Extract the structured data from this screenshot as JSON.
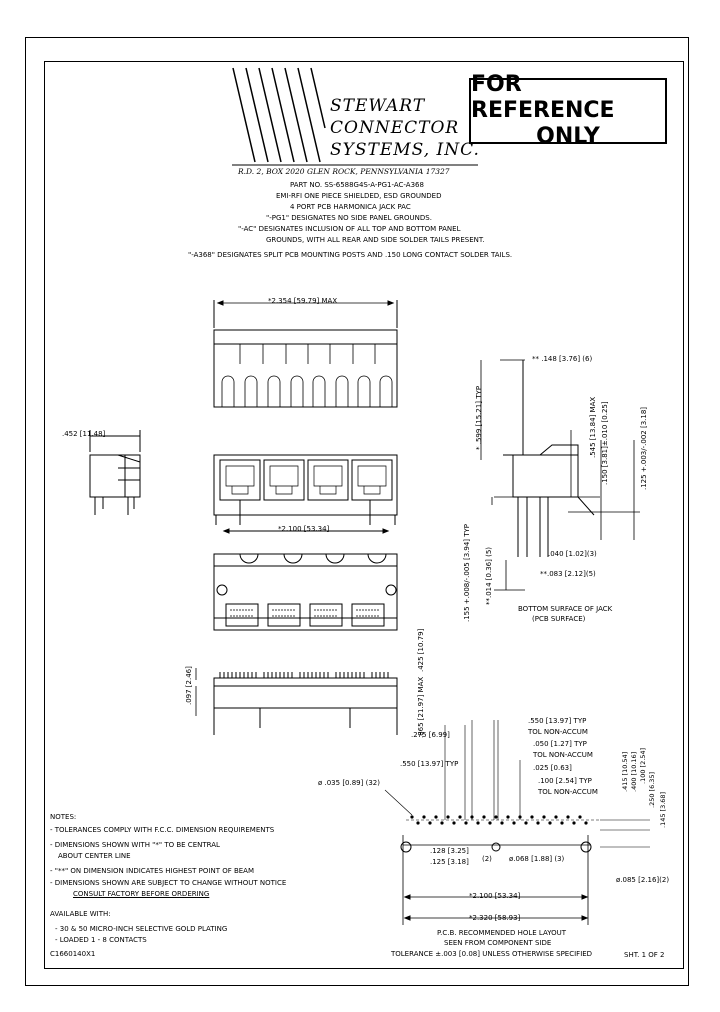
{
  "reference_stamp": {
    "line1": "FOR REFERENCE",
    "line2": "ONLY"
  },
  "company": {
    "line1": "STEWART",
    "line2": "CONNECTOR",
    "line3": "SYSTEMS,  INC.",
    "address": "R.D. 2, BOX 2020  GLEN ROCK, PENNSYLVANIA  17327"
  },
  "part_info": {
    "part_no": "PART NO. SS-6588G4S-A-PG1-AC-A368",
    "line2": "EMI-RFI ONE PIECE SHIELDED, ESD GROUNDED",
    "line3": "4 PORT PCB HARMONICA JACK PAC",
    "line4": "\"-PG1\" DESIGNATES NO SIDE PANEL GROUNDS.",
    "line5": "\"-AC\" DESIGNATES INCLUSION OF ALL TOP AND BOTTOM PANEL",
    "line6": "GROUNDS, WITH ALL REAR AND SIDE SOLDER TAILS PRESENT.",
    "line7": "\"-A368\" DESIGNATES SPLIT PCB MOUNTING POSTS AND .150 LONG CONTACT SOLDER TAILS."
  },
  "dimensions": {
    "overall_width": "*2.354 [59.79] MAX",
    "side_depth": ".452 [11.48]",
    "port_span": "*2.100 [53.34]",
    "height_typ": "* .599 [15.21] TYP",
    "top_offset": "** .148 [3.76] (6)",
    "body_height": ".545 [13.84] MAX",
    "panel_height": ".150 [3.81]±.010 [0.25]",
    "tail_len": ".125 +.003/-.002 [3.18]",
    "post_width": ".040 [1.02](3)",
    "post_gap": "**.083 [2.12](5)",
    "shield_thk": "**.014 [0.36] (5)",
    "tab_len": ".155 +.008/-.005 [3.94] TYP",
    "rear_tail": ".425 [10.79]",
    "overall_depth": ".865 [21.97] MAX",
    "tail_off": ".097 [2.46]",
    "bottom_surface_1": "BOTTOM SURFACE OF JACK",
    "bottom_surface_2": "(PCB SURFACE)"
  },
  "pcb_layout": {
    "pitch_a": ".550 [13.97] TYP",
    "tol_a": "TOL NON-ACCUM",
    "pitch_b": ".050 [1.27] TYP",
    "tol_b": "TOL NON-ACCUM",
    "half_pitch": ".025 [0.63]",
    "row_pitch": ".100 [2.54] TYP",
    "tol_c": "TOL NON-ACCUM",
    "off_275": ".275 [6.99]",
    "pitch_550": ".550 [13.97] TYP",
    "hole_small": "ø .035 [0.89] (32)",
    "d415": ".415 [10.54]",
    "d400": ".400 [10.16]",
    "d100": ".100 [2.54]",
    "d250": ".250 [6.35]",
    "d145": ".145 [3.68]",
    "d128": ".128 [3.25]",
    "d125": ".125 [3.18]",
    "paren2": "(2)",
    "hole_mid": "ø.068 [1.88] (3)",
    "hole_large": "ø.085 [2.16](2)",
    "span_2100": "*2.100 [53.34]",
    "span_2320": "*2.320 [58.93]",
    "caption1": "P.C.B. RECOMMENDED HOLE LAYOUT",
    "caption2": "SEEN FROM COMPONENT SIDE",
    "caption3": "TOLERANCE ±.003 [0.08] UNLESS OTHERWISE SPECIFIED"
  },
  "notes": {
    "heading": "NOTES:",
    "n1": "- TOLERANCES COMPLY WITH F.C.C. DIMENSION REQUIREMENTS",
    "n2": "- DIMENSIONS SHOWN WITH \"*\" TO BE CENTRAL",
    "n2b": "ABOUT CENTER LINE",
    "n3": "- \"**\" ON DIMENSION INDICATES HIGHEST POINT OF BEAM",
    "n4": "- DIMENSIONS SHOWN ARE SUBJECT TO CHANGE WITHOUT NOTICE",
    "n4b": "CONSULT FACTORY BEFORE ORDERING"
  },
  "available": {
    "heading": "AVAILABLE WITH:",
    "a1": "- 30 & 50 MICRO-INCH SELECTIVE GOLD PLATING",
    "a2": "- LOADED  1 - 8 CONTACTS"
  },
  "drawing_no": "C1660140X1",
  "sheet": "SHT. 1 OF 2"
}
